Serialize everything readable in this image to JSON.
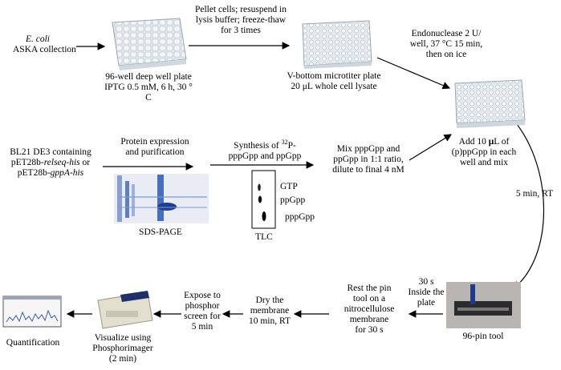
{
  "top_row": {
    "ecoli_line1": "E. coli",
    "ecoli_line2": "ASKA collection",
    "plate96_line1": "96-well deep well plate",
    "plate96_line2": "IPTG 0.5 mM, 6 h, 30 °",
    "plate96_line3": "C",
    "step1_line1": "Pellet cells; resuspend in",
    "step1_line2": "lysis buffer; freeze-thaw",
    "step1_line3": "for 3 times",
    "vbottom_line1": "V-bottom microtiter plate",
    "vbottom_line2": "20 μL whole cell lysate",
    "endo_line1": "Endonuclease 2 U/",
    "endo_line2": "well, 37 °C 15 min,",
    "endo_line3": "then on ice"
  },
  "middle_row": {
    "bl21_line1": "BL21 DE3 containing",
    "bl21_line2a": "pET28b-",
    "bl21_line2b": "relseq-his",
    "bl21_line2c": " or",
    "bl21_line3a": "pET28b-",
    "bl21_line3b": "gppA-his",
    "expr_line1": "Protein expression",
    "expr_line2": "and purification",
    "sdspage": "SDS-PAGE",
    "synth_line1a": "Synthesis of ",
    "synth_sup": "32",
    "synth_line1b": "P-",
    "synth_line2": "pppGpp and ppGpp",
    "tlc": "TLC",
    "gtp": "GTP",
    "ppgpp": "ppGpp",
    "pppgpp": "pppGpp",
    "mix_line1": "Mix pppGpp and",
    "mix_line2": "ppGpp in 1:1 ratio,",
    "mix_line3": "dilute to final 4 nM",
    "add_line1a": "Add 10 ",
    "add_mu": "μ",
    "add_line1b": "L of",
    "add_line2": "(p)ppGpp in each",
    "add_line3": "well and mix",
    "wait": "5 min, RT"
  },
  "bottom_row": {
    "pin_timing_1": "30 s",
    "pin_timing_2": "Inside the",
    "pin_timing_3": "plate",
    "pintool": "96-pin tool",
    "rest_1": "Rest the pin",
    "rest_2": "tool on a",
    "rest_3": "nitrocellulose",
    "rest_4": "membrane",
    "rest_5": "for 30 s",
    "dry_1": "Dry the",
    "dry_2": "membrane",
    "dry_3": "10 min, RT",
    "expose_1": "Expose to",
    "expose_2": "phosphor",
    "expose_3": "screen for",
    "expose_4": "5 min",
    "vis_1": "Visualize using",
    "vis_2": "Phosphorimager",
    "vis_3": "(2 min)",
    "quant": "Quantification"
  }
}
